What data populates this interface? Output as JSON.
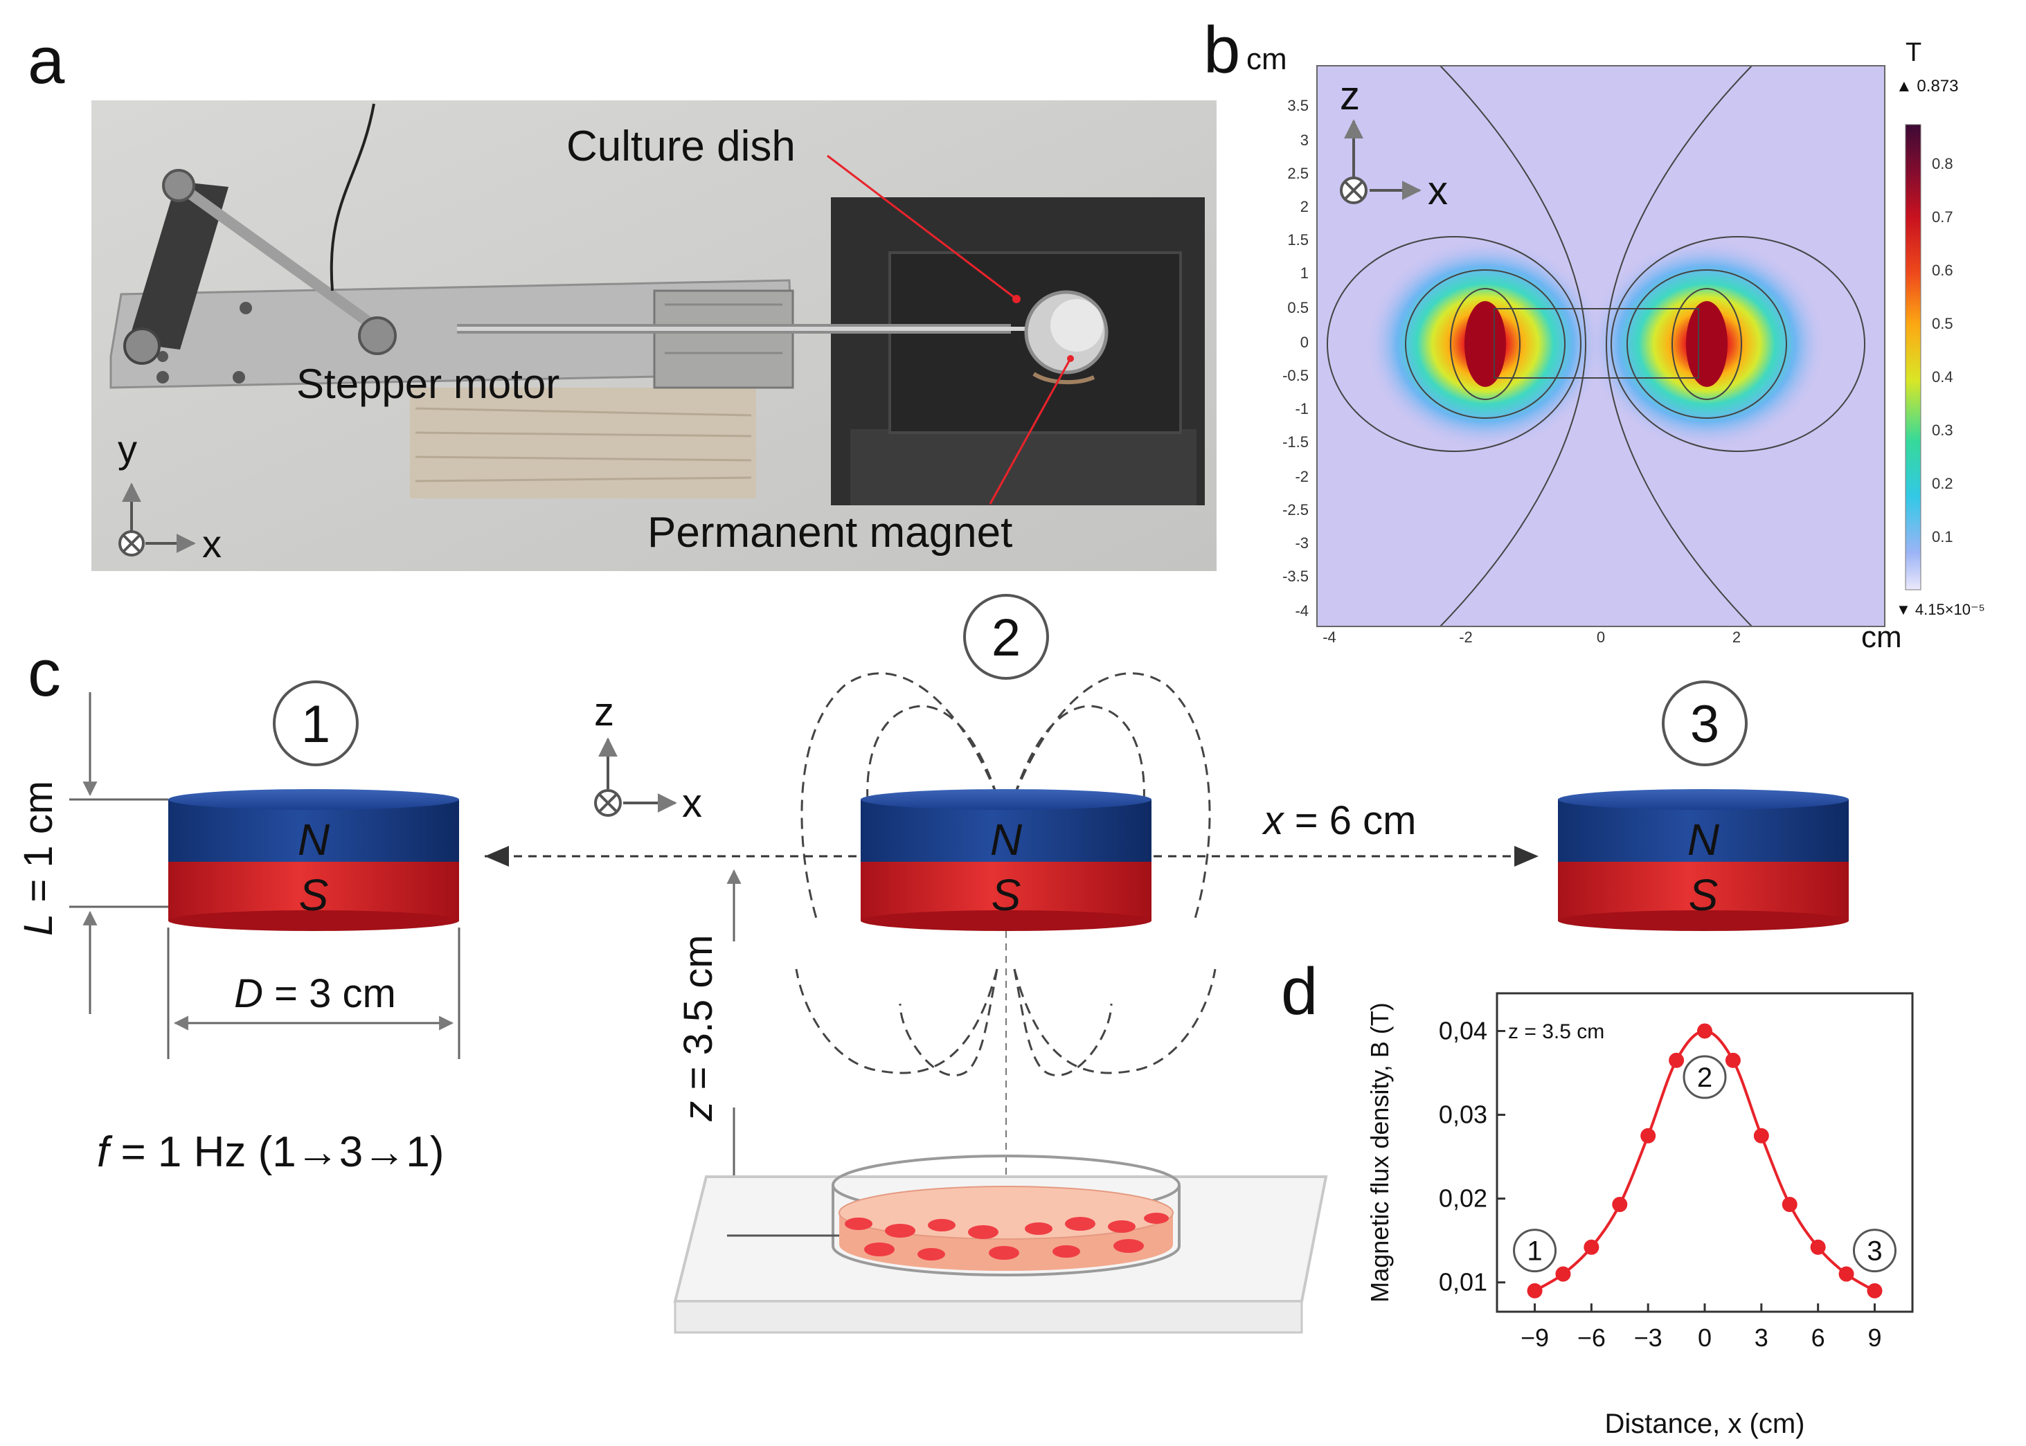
{
  "panels": {
    "a": "a",
    "b": "b",
    "c": "c",
    "d": "d"
  },
  "panel_a": {
    "culture_dish": "Culture dish",
    "stepper_motor": "Stepper motor",
    "permanent_magnet": "Permanent magnet",
    "axis_y": "y",
    "axis_x": "x"
  },
  "panel_b": {
    "axis_unit_y": "cm",
    "axis_unit_x": "cm",
    "axis_z": "z",
    "axis_x": "x",
    "colorbar_unit": "T",
    "colorbar_max": "▲ 0.873",
    "colorbar_min": "▼ 4.15×10⁻⁵",
    "colorbar_ticks": [
      "0.8",
      "0.7",
      "0.6",
      "0.5",
      "0.4",
      "0.3",
      "0.2",
      "0.1"
    ],
    "y_ticks": [
      "3.5",
      "3",
      "2.5",
      "2",
      "1.5",
      "1",
      "0.5",
      "0",
      "-0.5",
      "-1",
      "-1.5",
      "-2",
      "-2.5",
      "-3",
      "-3.5",
      "-4"
    ],
    "x_ticks": [
      "-4",
      "-2",
      "0",
      "2"
    ]
  },
  "panel_c": {
    "pos1": "1",
    "pos2": "2",
    "pos3": "3",
    "north": "N",
    "south": "S",
    "L_var": "L",
    "L_val": " = 1 cm",
    "D_var": "D",
    "D_val": " = 3 cm",
    "x_var": "x",
    "x_val": " = 6 cm",
    "z_var": "z",
    "z_val": " = 3.5 cm",
    "f_var": "f",
    "f_val": " = 1 Hz (1→3→1)",
    "axis_z": "z",
    "axis_x": "x"
  },
  "chart_data": {
    "type": "line",
    "title": "",
    "annotation": "z = 3.5 cm",
    "xlabel": "Distance, x (cm)",
    "ylabel": "Magnetic flux density, B (T)",
    "x_ticks": [
      "−9",
      "−6",
      "−3",
      "0",
      "3",
      "6",
      "9"
    ],
    "y_ticks": [
      "0,01",
      "0,02",
      "0,03",
      "0,04"
    ],
    "xlim": [
      -11,
      11
    ],
    "ylim": [
      0.0065,
      0.0445
    ],
    "series": [
      {
        "x": [
          -9,
          -7.5,
          -6,
          -4.5,
          -3,
          -1.5,
          0,
          1.5,
          3,
          4.5,
          6,
          7.5,
          9
        ],
        "y": [
          0.009,
          0.011,
          0.0142,
          0.0193,
          0.0275,
          0.0365,
          0.04,
          0.0365,
          0.0275,
          0.0193,
          0.0142,
          0.011,
          0.009
        ],
        "color": "#e8232a"
      }
    ],
    "markers": [
      "1",
      "2",
      "3"
    ]
  }
}
